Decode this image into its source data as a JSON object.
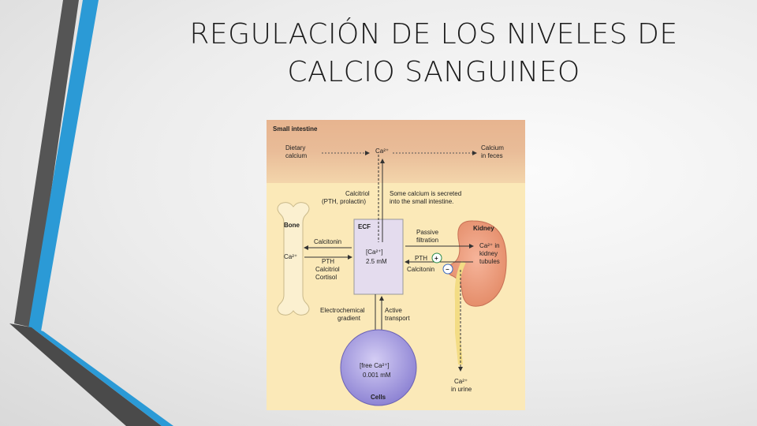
{
  "slide": {
    "title_line1": "REGULACIÓN DE LOS NIVELES DE",
    "title_line2": "CALCIO SANGUINEO"
  },
  "diagram": {
    "small_intestine": "Small intestine",
    "dietary_calcium_1": "Dietary",
    "dietary_calcium_2": "calcium",
    "ca_intestine": "Ca²⁺",
    "calcium_feces_1": "Calcium",
    "calcium_feces_2": "in feces",
    "calcitriol_1": "Calcitriol",
    "calcitriol_2": "(PTH, prolactin)",
    "secreted_1": "Some calcium is secreted",
    "secreted_2": "into the small intestine.",
    "bone": "Bone",
    "ecf": "ECF",
    "ecf_ca": "[Ca²⁺]",
    "ecf_value": "2.5 mM",
    "calcitonin_bone": "Calcitonin",
    "ca_bone": "Ca²⁺",
    "pth_bone": "PTH",
    "calcitriol_bone": "Calcitriol",
    "cortisol_bone": "Cortisol",
    "passive_1": "Passive",
    "passive_2": "filtration",
    "pth_kidney": "PTH",
    "calcitonin_kidney": "Calcitonin",
    "kidney": "Kidney",
    "kidney_ca_1": "Ca²⁺ in",
    "kidney_ca_2": "kidney",
    "kidney_ca_3": "tubules",
    "electrochemical_1": "Electrochemical",
    "electrochemical_2": "gradient",
    "active_1": "Active",
    "active_2": "transport",
    "cell_ca": "[free Ca²⁺]",
    "cell_value": "0.001 mM",
    "cells": "Cells",
    "urine_ca": "Ca²⁺",
    "urine_label": "in urine",
    "plus_sign": "+",
    "minus_sign": "−"
  },
  "colors": {
    "intestine_top": "#e7b48f",
    "intestine_bottom": "#f0d0a6",
    "diagram_bg": "#fbe9b8",
    "ecf_box": "#e4dcee",
    "bone": "#fbf0d0",
    "kidney": "#ee9a7a",
    "cells": "#9a8fd8",
    "deco_dark": "#4a4a4a",
    "deco_blue": "#2b9ad6"
  }
}
